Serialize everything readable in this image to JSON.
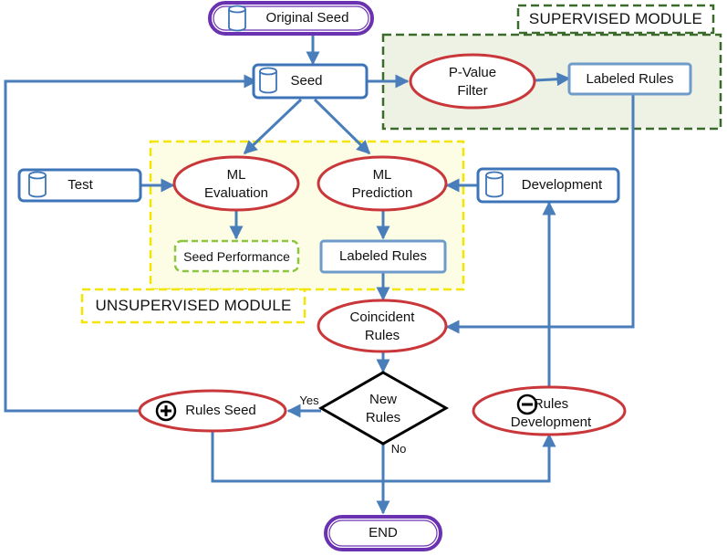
{
  "modules": {
    "supervised": "SUPERVISED MODULE",
    "unsupervised": "UNSUPERVISED MODULE"
  },
  "nodes": {
    "original_seed": "Original Seed",
    "seed": "Seed",
    "p_value_filter": "P-Value\nFilter",
    "labeled_rules_supervised": "Labeled Rules",
    "test": "Test",
    "ml_evaluation": "ML\nEvaluation",
    "ml_prediction": "ML\nPrediction",
    "development": "Development",
    "seed_performance": "Seed Performance",
    "labeled_rules_unsupervised": "Labeled Rules",
    "coincident_rules": "Coincident\nRules",
    "new_rules": "New\nRules",
    "rules_seed": "Rules Seed",
    "rules_development": "Rules\nDevelopment",
    "end": "END"
  },
  "edges": {
    "yes": "Yes",
    "no": "No"
  },
  "colors": {
    "arrow_blue": "#4a7ebb",
    "box_blue": "#3d74b8",
    "ellipse_red": "#c9373a",
    "supervised_green": "#3b6b2a",
    "unsupervised_yellow": "#f2e600",
    "terminal_purple": "#6a32b0",
    "seed_perf_green": "#8cc63f"
  },
  "icons": [
    "database-icon",
    "plus-circle-icon",
    "minus-circle-icon"
  ]
}
